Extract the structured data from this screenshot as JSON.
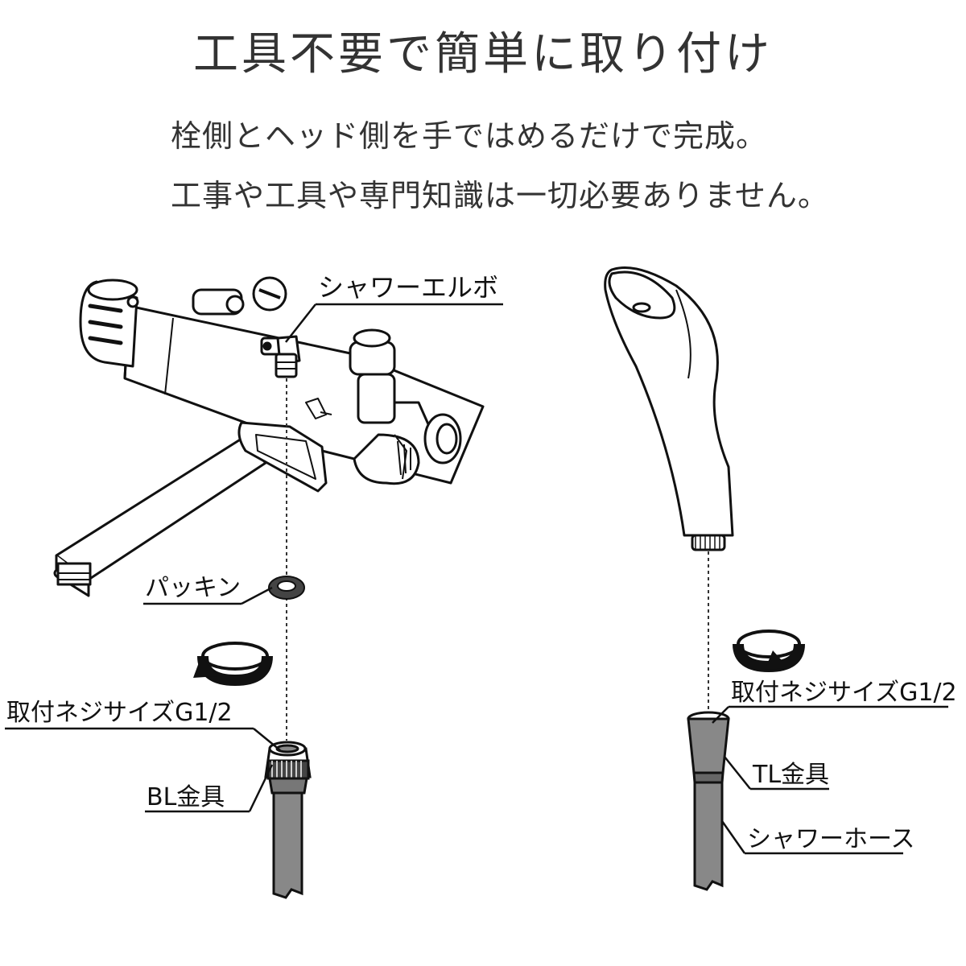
{
  "header": {
    "title": "工具不要で簡単に取り付け",
    "line1": "栓側とヘッド側を手ではめるだけで完成。",
    "line2": "工事や工具や専門知識は一切必要ありません。"
  },
  "labels": {
    "shower_elbow": "シャワーエルボ",
    "packing": "パッキン",
    "thread_size_left": "取付ネジサイズG1/2",
    "bl_fitting": "BL金具",
    "thread_size_right": "取付ネジサイズG1/2",
    "tl_fitting": "TL金具",
    "shower_hose": "シャワーホース"
  }
}
